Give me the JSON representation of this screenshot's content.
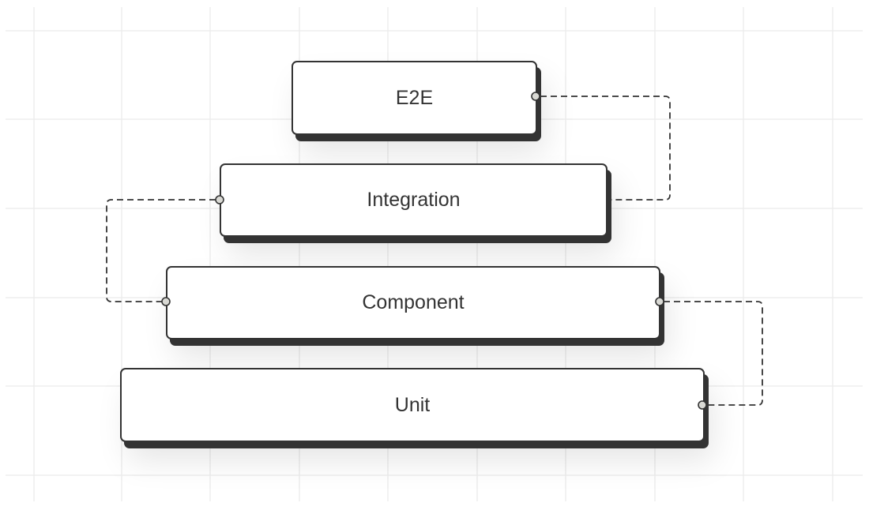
{
  "diagram": {
    "layers": [
      {
        "id": "e2e",
        "label": "E2E"
      },
      {
        "id": "integration",
        "label": "Integration"
      },
      {
        "id": "component",
        "label": "Component"
      },
      {
        "id": "unit",
        "label": "Unit"
      }
    ],
    "connections": [
      {
        "from": "e2e",
        "to": "integration",
        "style": "dashed"
      },
      {
        "from": "integration",
        "to": "component",
        "style": "dashed"
      },
      {
        "from": "component",
        "to": "unit",
        "style": "dashed"
      }
    ],
    "colors": {
      "stroke": "#333333",
      "node_fill": "#ffffff",
      "port_fill": "#d9d9d4",
      "grid": "#ececec"
    }
  }
}
